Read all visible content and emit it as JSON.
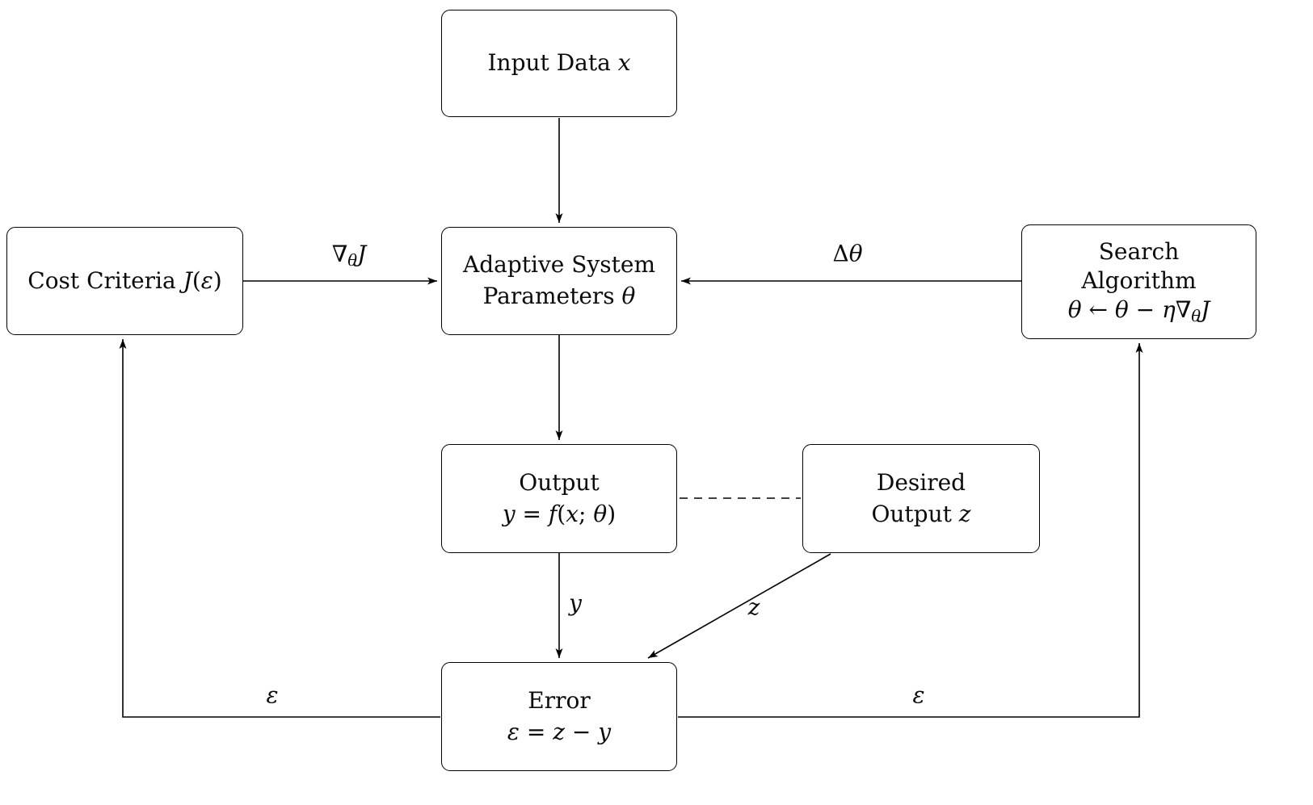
{
  "diagram": {
    "colors": {
      "stroke": "#000000",
      "node_fill": "#ffffff",
      "background": "#ffffff"
    },
    "nodes": {
      "input_data": {
        "lines": [
          [
            {
              "t": "Input Data ",
              "s": "rm"
            },
            {
              "t": "x",
              "s": "it"
            }
          ]
        ]
      },
      "cost_criteria": {
        "lines": [
          [
            {
              "t": "Cost Criteria ",
              "s": "rm"
            },
            {
              "t": "J",
              "s": "it"
            },
            {
              "t": "(",
              "s": "rm"
            },
            {
              "t": "ε",
              "s": "it"
            },
            {
              "t": ")",
              "s": "rm"
            }
          ]
        ]
      },
      "adaptive_system": {
        "lines": [
          [
            {
              "t": "Adaptive System",
              "s": "rm"
            }
          ],
          [
            {
              "t": "Parameters ",
              "s": "rm"
            },
            {
              "t": "θ",
              "s": "it"
            }
          ]
        ]
      },
      "search_algorithm": {
        "lines": [
          [
            {
              "t": "Search",
              "s": "rm"
            }
          ],
          [
            {
              "t": "Algorithm",
              "s": "rm"
            }
          ],
          [
            {
              "t": "θ",
              "s": "it"
            },
            {
              "t": " ← ",
              "s": "rm"
            },
            {
              "t": "θ",
              "s": "it"
            },
            {
              "t": " − ",
              "s": "rm"
            },
            {
              "t": "η",
              "s": "it"
            },
            {
              "t": "∇",
              "s": "rm"
            },
            {
              "t": "θ",
              "s": "itsub"
            },
            {
              "t": "J",
              "s": "it"
            }
          ]
        ]
      },
      "output": {
        "lines": [
          [
            {
              "t": "Output",
              "s": "rm"
            }
          ],
          [
            {
              "t": "y",
              "s": "it"
            },
            {
              "t": " = ",
              "s": "rm"
            },
            {
              "t": "f",
              "s": "it"
            },
            {
              "t": "(",
              "s": "rm"
            },
            {
              "t": "x",
              "s": "it"
            },
            {
              "t": "; ",
              "s": "rm"
            },
            {
              "t": "θ",
              "s": "it"
            },
            {
              "t": ")",
              "s": "rm"
            }
          ]
        ]
      },
      "desired_output": {
        "lines": [
          [
            {
              "t": "Desired",
              "s": "rm"
            }
          ],
          [
            {
              "t": "Output ",
              "s": "rm"
            },
            {
              "t": "z",
              "s": "it"
            }
          ]
        ]
      },
      "error": {
        "lines": [
          [
            {
              "t": "Error",
              "s": "rm"
            }
          ],
          [
            {
              "t": "ε",
              "s": "it"
            },
            {
              "t": " = ",
              "s": "rm"
            },
            {
              "t": "z",
              "s": "it"
            },
            {
              "t": " − ",
              "s": "rm"
            },
            {
              "t": "y",
              "s": "it"
            }
          ]
        ]
      }
    },
    "edge_labels": {
      "gradient": {
        "lines": [
          [
            {
              "t": "∇",
              "s": "rm"
            },
            {
              "t": "θ",
              "s": "itsub"
            },
            {
              "t": "J",
              "s": "it"
            }
          ]
        ]
      },
      "delta_theta": {
        "lines": [
          [
            {
              "t": "Δ",
              "s": "rm"
            },
            {
              "t": "θ",
              "s": "it"
            }
          ]
        ]
      },
      "y": {
        "lines": [
          [
            {
              "t": "y",
              "s": "it"
            }
          ]
        ]
      },
      "z": {
        "lines": [
          [
            {
              "t": "z",
              "s": "it"
            }
          ]
        ]
      },
      "epsilon_left": {
        "lines": [
          [
            {
              "t": "ε",
              "s": "it"
            }
          ]
        ]
      },
      "epsilon_right": {
        "lines": [
          [
            {
              "t": "ε",
              "s": "it"
            }
          ]
        ]
      }
    }
  }
}
